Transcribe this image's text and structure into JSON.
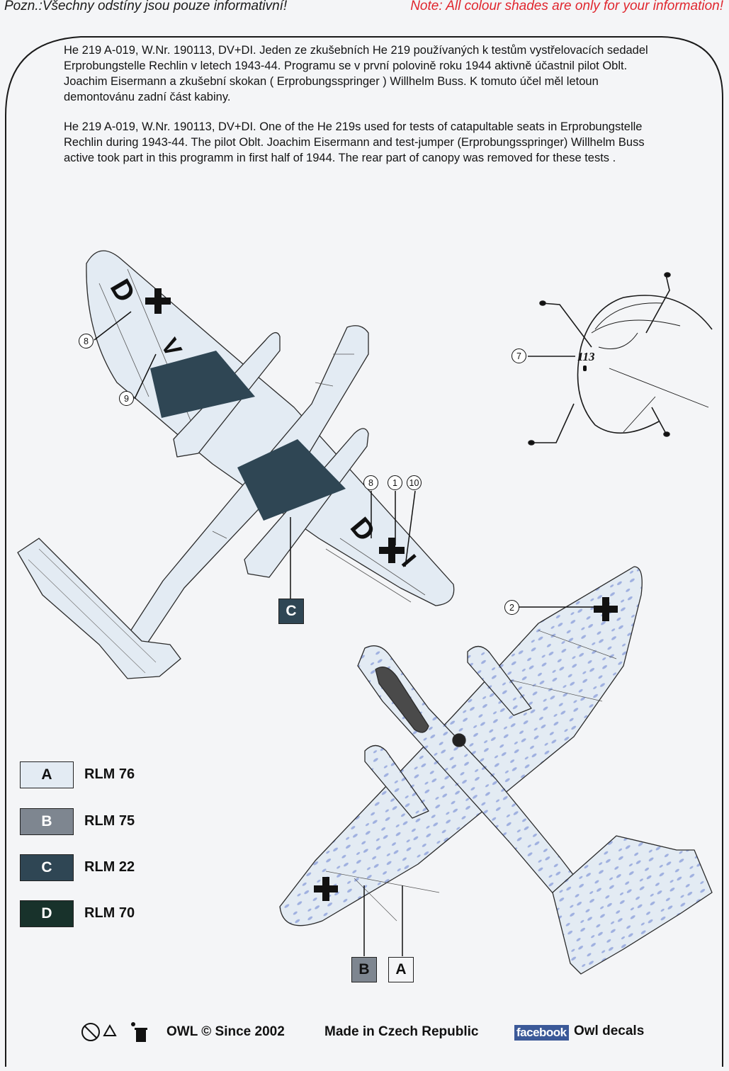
{
  "header": {
    "note_cz": "Pozn.:Všechny odstíny jsou pouze informativní!",
    "note_en": "Note: All colour shades are only for your information!"
  },
  "description": {
    "cz": "He 219 A-019, W.Nr. 190113, DV+DI. Jeden ze zkušebních He 219 používaných k testům vystřelovacích sedadel Erprobungstelle Rechlin v letech 1943-44. Programu se v první polovině roku 1944 aktivně účastnil pilot Oblt. Joachim Eisermann a zkušební skokan ( Erprobungsspringer ) Willhelm Buss. K tomuto účel měl letoun demontovánu zadní část kabiny.",
    "en": "He 219 A-019, W.Nr. 190113, DV+DI. One of the He 219s used for tests of catapultable seats in Erprobungstelle Rechlin during 1943-44. The pilot Oblt. Joachim Eisermann and test-jumper (Erprobungsspringer) Willhelm Buss active took part in this programm in first half of 1944. The rear part of canopy was removed for these tests ."
  },
  "upper_view": {
    "wing_code_left": "D",
    "wing_code_left_2": "V",
    "wing_code_right": "D",
    "wing_code_right_2": "I",
    "callouts": [
      "8",
      "9",
      "8",
      "1",
      "10"
    ],
    "paint_tag": "C"
  },
  "nose_detail": {
    "callout": "7",
    "number": "113"
  },
  "lower_view": {
    "callout": "2",
    "paint_tags": [
      "B",
      "A"
    ]
  },
  "legend": [
    {
      "code": "A",
      "name": "RLM 76",
      "color": "#e3ebf3",
      "text_color": "#111111"
    },
    {
      "code": "B",
      "name": "RLM 75",
      "color": "#7e8690",
      "text_color": "#ffffff"
    },
    {
      "code": "C",
      "name": "RLM 22",
      "color": "#2f4654",
      "text_color": "#ffffff"
    },
    {
      "code": "D",
      "name": "RLM 70",
      "color": "#18322b",
      "text_color": "#ffffff"
    }
  ],
  "colors": {
    "rlm76": "#e3ebf3",
    "rlm75": "#7e8690",
    "rlm22": "#2f4654",
    "rlm70": "#18322b",
    "mottle": "#9fb0e0",
    "note_red": "#e0262e"
  },
  "footer": {
    "owl": "OWL © Since  2002",
    "made": "Made in Czech Republic",
    "facebook": "facebook",
    "owl_decals": "Owl decals"
  }
}
